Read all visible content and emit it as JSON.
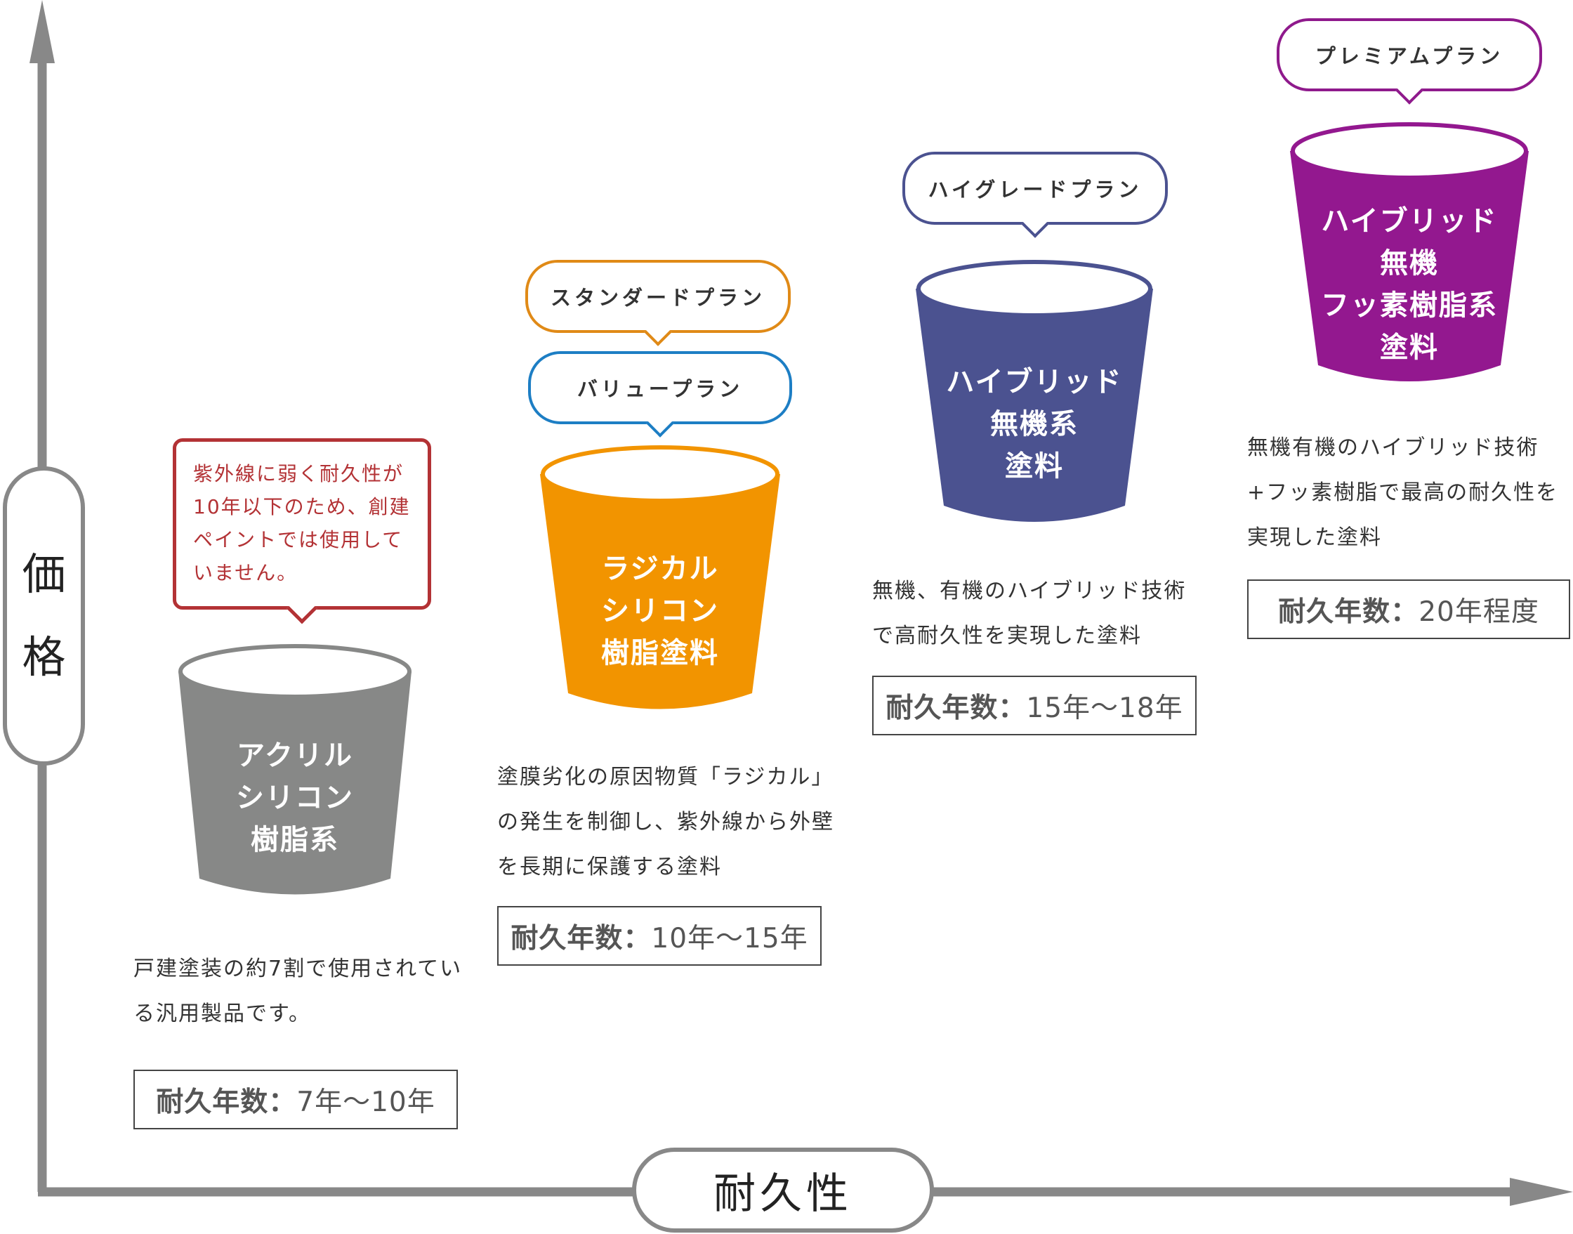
{
  "axes": {
    "y_label_1": "価",
    "y_label_2": "格",
    "x_label": "耐久性",
    "color": "#888888"
  },
  "plans": [
    {
      "note": "紫外線に弱く耐久性が10年以下のため、創建ペイントでは使用していません。",
      "note_color": "#b33235",
      "name": "アクリル\nシリコン\n樹脂系",
      "color": "#878887",
      "description": "戸建塗装の約7割で使用されている汎用製品です。",
      "duration_label": "耐久年数：",
      "duration_value": " 7年〜10年"
    },
    {
      "bubbles": [
        {
          "label": "スタンダードプラン",
          "color": "#e08a17"
        },
        {
          "label": "バリュープラン",
          "color": "#1d7ec4"
        }
      ],
      "name": "ラジカル\nシリコン\n樹脂塗料",
      "color": "#f29400",
      "description": "塗膜劣化の原因物質「ラジカル」の発生を制御し、紫外線から外壁を長期に保護する塗料",
      "duration_label": "耐久年数：",
      "duration_value": "10年〜15年"
    },
    {
      "bubbles": [
        {
          "label": "ハイグレードプラン",
          "color": "#4b5290"
        }
      ],
      "name": "ハイブリッド\n無機系\n塗料",
      "color": "#4b5290",
      "description": "無機、有機のハイブリッド技術で高耐久性を実現した塗料",
      "duration_label": "耐久年数：",
      "duration_value": "15年〜18年"
    },
    {
      "bubbles": [
        {
          "label": "プレミアムプラン",
          "color": "#8f1a8c"
        }
      ],
      "name": "ハイブリッド\n無機\nフッ素樹脂系\n塗料",
      "color": "#93188f",
      "description": "無機有機のハイブリッド技術+フッ素樹脂で最高の耐久性を実現した塗料",
      "duration_label": "耐久年数：",
      "duration_value": "20年程度"
    }
  ]
}
